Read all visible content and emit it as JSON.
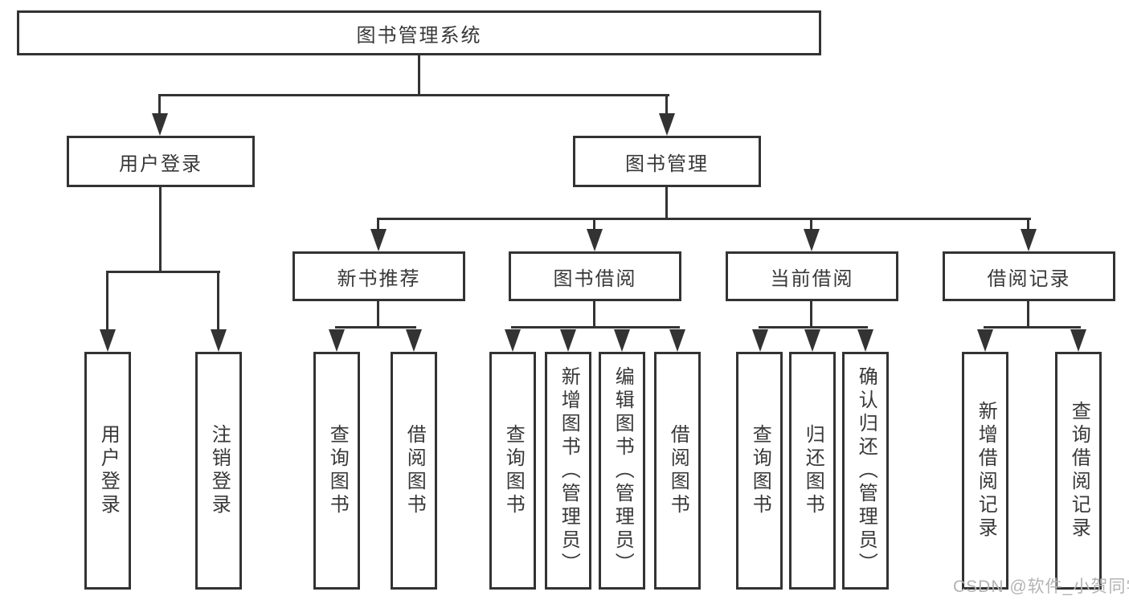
{
  "diagram_title": "图书管理系统",
  "nodes": {
    "root": {
      "label": "图书管理系统"
    },
    "user_login": {
      "label": "用户登录"
    },
    "book_mgmt": {
      "label": "图书管理"
    },
    "ul_login": {
      "label": "用户登录"
    },
    "ul_logout": {
      "label": "注销登录"
    },
    "new_books": {
      "label": "新书推荐"
    },
    "book_borrow": {
      "label": "图书借阅"
    },
    "current_borrow": {
      "label": "当前借阅"
    },
    "borrow_records": {
      "label": "借阅记录"
    },
    "nb_query": {
      "label": "查询图书"
    },
    "nb_borrow": {
      "label": "借阅图书"
    },
    "bb_query": {
      "label": "查询图书"
    },
    "bb_add": {
      "label": "新增图书（管理员）"
    },
    "bb_edit": {
      "label": "编辑图书（管理员）"
    },
    "bb_borrow": {
      "label": "借阅图书"
    },
    "cb_query": {
      "label": "查询图书"
    },
    "cb_return": {
      "label": "归还图书"
    },
    "cb_confirm": {
      "label": "确认归还（管理员）"
    },
    "br_add": {
      "label": "新增借阅记录"
    },
    "br_query": {
      "label": "查询借阅记录"
    }
  },
  "watermark": {
    "text": "CSDN @软件_小贺同学"
  },
  "colors": {
    "line": "#333333",
    "text": "#383838",
    "watermark": "#b3b3b3",
    "background": "#ffffff"
  }
}
